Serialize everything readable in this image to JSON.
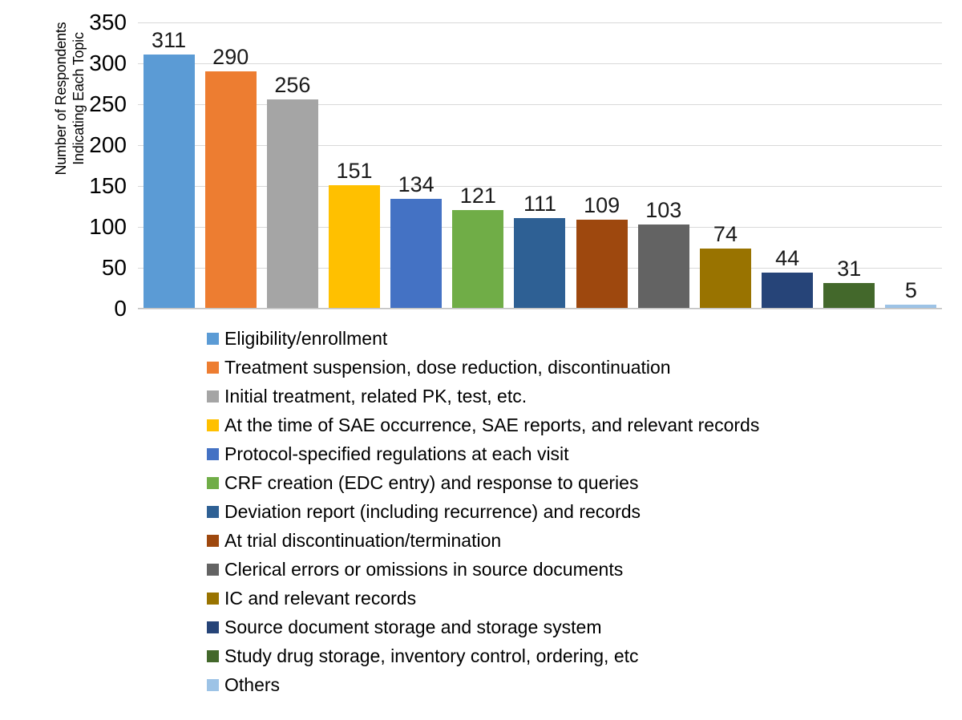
{
  "chart_data": {
    "type": "bar",
    "title": "",
    "xlabel": "",
    "ylabel": "Number of Respondents Indicating Each Topic",
    "ylabel_lines": [
      "Number of Respondents",
      "Indicating Each Topic"
    ],
    "ylim": [
      0,
      350
    ],
    "ytick_step": 50,
    "yticks": [
      350,
      300,
      250,
      200,
      150,
      100,
      50,
      0
    ],
    "ytick_labels": [
      "350",
      "300",
      "250",
      "200",
      "150",
      "100",
      "50",
      "0"
    ],
    "grid": true,
    "grid_axis": "y",
    "legend_position": "bottom-left",
    "show_data_labels": true,
    "categories": [
      "Eligibility/enrollment",
      "Treatment suspension, dose reduction, discontinuation",
      "Initial treatment, related PK, test, etc.",
      "At the time of SAE occurrence, SAE reports, and relevant records",
      "Protocol-specified regulations at each visit",
      "CRF creation (EDC entry) and response to queries",
      "Deviation report (including recurrence) and records",
      "At trial discontinuation/termination",
      "Clerical errors or omissions in source documents",
      "IC and relevant records",
      "Source document storage and storage system",
      "Study drug storage, inventory control, ordering, etc",
      "Others"
    ],
    "values": [
      311,
      290,
      256,
      151,
      134,
      121,
      111,
      109,
      103,
      74,
      44,
      31,
      5
    ],
    "value_labels": [
      "311",
      "290",
      "256",
      "151",
      "134",
      "121",
      "111",
      "109",
      "103",
      "74",
      "44",
      "31",
      "5"
    ],
    "colors": [
      "#5B9BD5",
      "#ED7D31",
      "#A5A5A5",
      "#FFC000",
      "#4472C4",
      "#70AD47",
      "#2E6094",
      "#9E480E",
      "#636363",
      "#997300",
      "#264478",
      "#43682B",
      "#9DC3E6"
    ]
  },
  "legend": {
    "items": [
      {
        "label": "Eligibility/enrollment",
        "color": "#5B9BD5"
      },
      {
        "label": "Treatment suspension, dose reduction, discontinuation",
        "color": "#ED7D31"
      },
      {
        "label": "Initial treatment, related PK, test, etc.",
        "color": "#A5A5A5"
      },
      {
        "label": "At the time of SAE occurrence, SAE reports, and relevant records",
        "color": "#FFC000"
      },
      {
        "label": "Protocol-specified regulations at each visit",
        "color": "#4472C4"
      },
      {
        "label": "CRF creation (EDC entry) and response to queries",
        "color": "#70AD47"
      },
      {
        "label": "Deviation report (including recurrence) and records",
        "color": "#2E6094"
      },
      {
        "label": "At trial discontinuation/termination",
        "color": "#9E480E"
      },
      {
        "label": "Clerical errors or omissions in source documents",
        "color": "#636363"
      },
      {
        "label": "IC and relevant records",
        "color": "#997300"
      },
      {
        "label": "Source document storage and storage system",
        "color": "#264478"
      },
      {
        "label": "Study drug storage, inventory control, ordering, etc",
        "color": "#43682B"
      },
      {
        "label": "Others",
        "color": "#9DC3E6"
      }
    ]
  },
  "style": {
    "gridline_color": "#D9D9D9",
    "axis_color": "#BFBFBF",
    "text_color": "#000000",
    "background": "#FFFFFF"
  }
}
